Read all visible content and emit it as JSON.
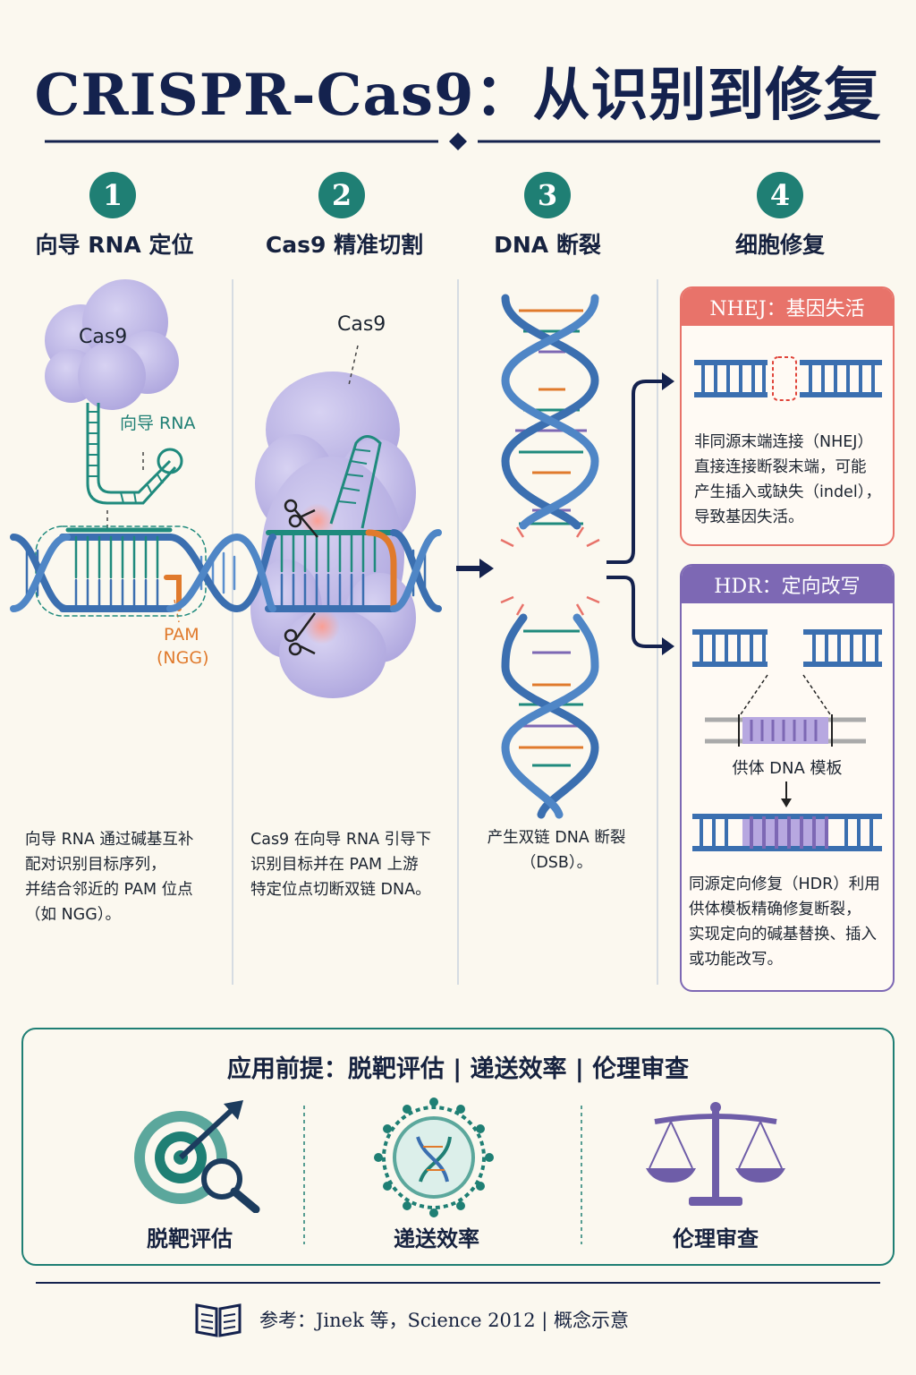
{
  "title": "CRISPR-Cas9：从识别到修复",
  "steps": [
    {
      "num": "1",
      "title": "向导 RNA 定位"
    },
    {
      "num": "2",
      "title": "Cas9 精准切割"
    },
    {
      "num": "3",
      "title": "DNA 断裂"
    },
    {
      "num": "4",
      "title": "细胞修复"
    }
  ],
  "labels": {
    "cas9_1": "Cas9",
    "guide_rna": "向导 RNA",
    "pam": "PAM",
    "ngg": "(NGG)",
    "cas9_2": "Cas9"
  },
  "descriptions": {
    "step1": [
      "向导 RNA 通过碱基互补",
      "配对识别目标序列，",
      "并结合邻近的 PAM 位点",
      "（如 NGG）。"
    ],
    "step2": [
      "Cas9 在向导 RNA 引导下",
      "识别目标并在 PAM 上游",
      "特定位点切断双链 DNA。"
    ],
    "step3": [
      "产生双链 DNA 断裂",
      "（DSB）。"
    ]
  },
  "nhej": {
    "title": "NHEJ：基因失活",
    "text": [
      "非同源末端连接（NHEJ）",
      "直接连接断裂末端，可能",
      "产生插入或缺失（indel），",
      "导致基因失活。"
    ]
  },
  "hdr": {
    "title": "HDR：定向改写",
    "donor_label": "供体 DNA 模板",
    "text": [
      "同源定向修复（HDR）利用",
      "供体模板精确修复断裂，",
      "实现定向的碱基替换、插入",
      "或功能改写。"
    ]
  },
  "bottom": {
    "title": "应用前提：脱靶评估 | 递送效率 | 伦理审查",
    "items": [
      {
        "label": "脱靶评估",
        "icon": "target-magnifier-icon"
      },
      {
        "label": "递送效率",
        "icon": "nanoparticle-dna-icon"
      },
      {
        "label": "伦理审查",
        "icon": "balance-scale-icon"
      }
    ]
  },
  "reference": "参考：Jinek 等，Science 2012 | 概念示意",
  "colors": {
    "navy": "#14224e",
    "teal": "#1f7f74",
    "dna_blue": "#3b6fb0",
    "cas9_purple": "#b9b3e4",
    "pam_orange": "#e07a2c",
    "nhej_red": "#e8736a",
    "hdr_purple": "#7d68b4"
  }
}
